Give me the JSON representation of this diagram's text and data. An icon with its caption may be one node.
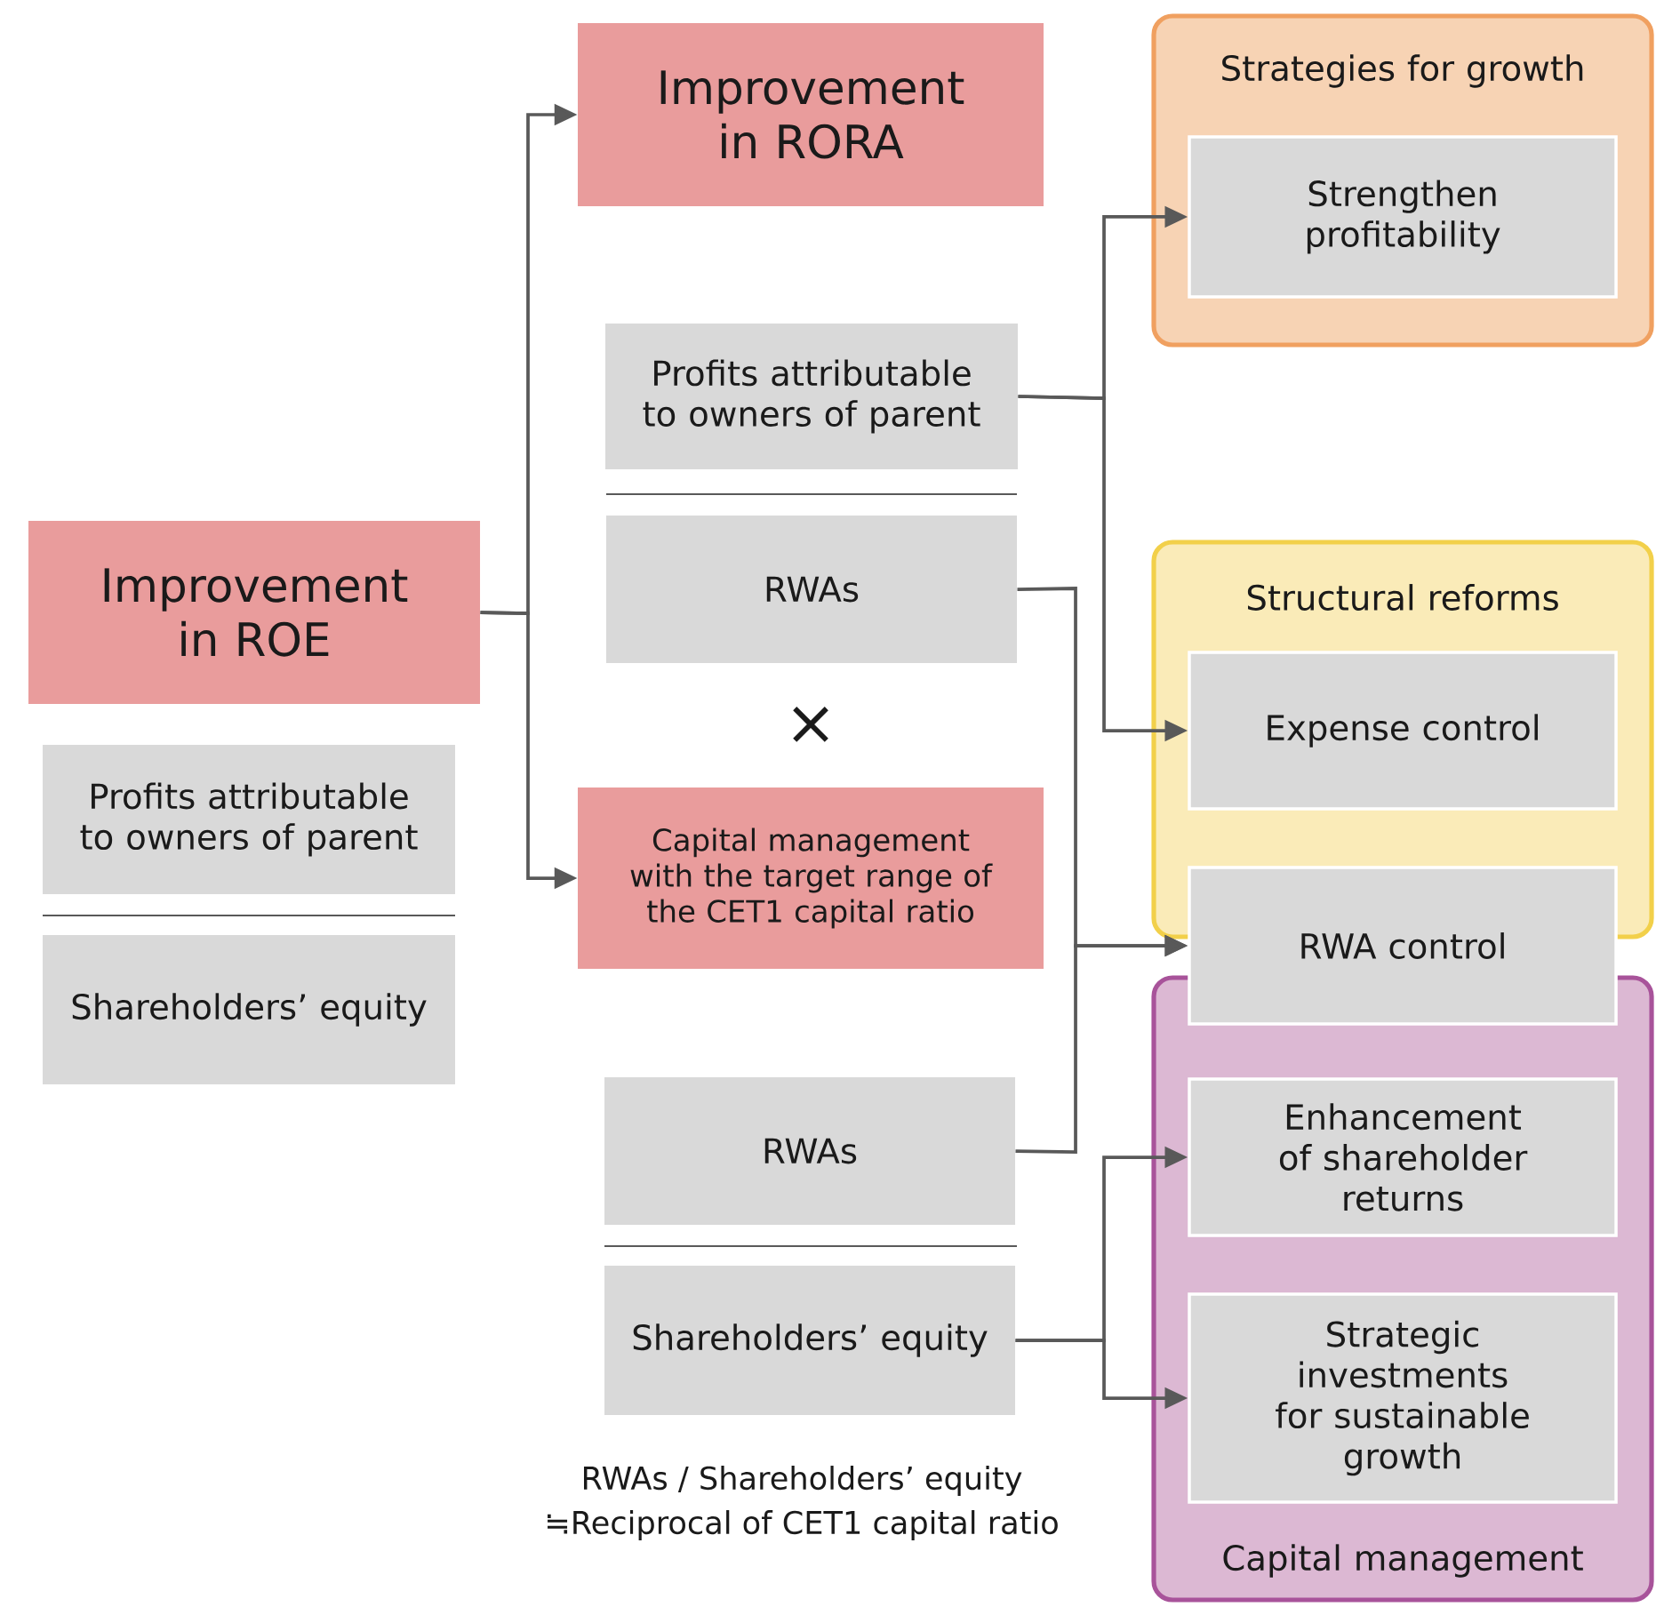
{
  "diagram": {
    "nodes": [
      {
        "text": [
          "Improvement in ROE"
        ]
      },
      {
        "text": [
          "Profits attributable to owners of parent"
        ]
      },
      {
        "text": [
          "Shareholders’ equity"
        ]
      },
      {
        "text": [
          "Improvement in RORA"
        ]
      },
      {
        "text": [
          "Profits attributable to owners of parent"
        ]
      },
      {
        "text": [
          "RWAs"
        ]
      },
      {
        "text": [
          "Capital management with the target range of the CET1 capital ratio"
        ]
      },
      {
        "text": [
          "RWAs"
        ]
      },
      {
        "text": [
          "Shareholders’ equity"
        ]
      },
      {
        "text": [
          "Strategies for growth"
        ]
      },
      {
        "text": [
          "Strengthen profitability"
        ],
        "in": 9
      },
      {
        "text": [
          "Structural reforms"
        ]
      },
      {
        "text": [
          "Expense control"
        ],
        "in": 11
      },
      {
        "text": [
          "RWA control"
        ]
      },
      {
        "text": [
          "Capital management"
        ]
      },
      {
        "text": [
          "Enhancement of shareholder returns"
        ],
        "in": 14
      },
      {
        "text": [
          "Strategic investments for sustainable growth"
        ],
        "in": 14
      }
    ],
    "edges": [
      {
        "from": 0,
        "to": 3,
        "arrow": "to"
      },
      {
        "from": 0,
        "to": 6,
        "arrow": "to"
      },
      {
        "from": 4,
        "to": 10,
        "arrow": "to"
      },
      {
        "from": 4,
        "to": 12,
        "arrow": "to"
      },
      {
        "from": 5,
        "to": 13,
        "arrow": "to"
      },
      {
        "from": 7,
        "to": 13,
        "arrow": "to"
      },
      {
        "from": 8,
        "to": 15,
        "arrow": "to"
      },
      {
        "from": 8,
        "to": 16,
        "arrow": "to"
      }
    ],
    "labels": [
      "×",
      "RWAs / Shareholders’ equity",
      "≒Reciprocal of CET1 capital ratio"
    ]
  }
}
